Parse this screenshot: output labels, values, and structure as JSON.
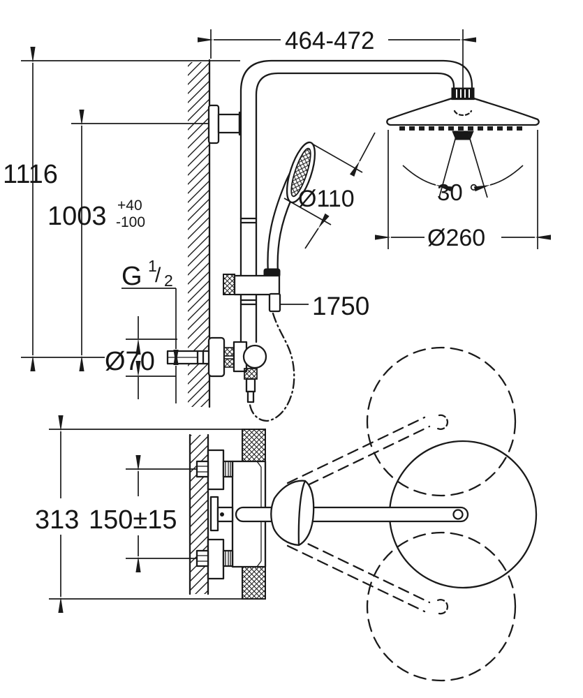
{
  "diagram": {
    "type": "technical-drawing",
    "subject": "shower-system-with-thermostat-dimensions",
    "colors": {
      "line": "#1a1a1a",
      "background": "#ffffff"
    },
    "labels": {
      "width_top": "464-472",
      "height_total": "1116",
      "height_rail": "1003",
      "tol_plus": "+40",
      "tol_minus": "-100",
      "thread_g": "G",
      "thread_num": "1",
      "thread_slash": "/",
      "thread_den": "2",
      "dia_escutcheon": "Ø70",
      "dia_handshower": "Ø110",
      "angle_spray": "30 °",
      "dia_headshower": "Ø260",
      "hose_length": "1750",
      "height_valve_section": "313",
      "inlet_spacing": "150±15"
    }
  }
}
